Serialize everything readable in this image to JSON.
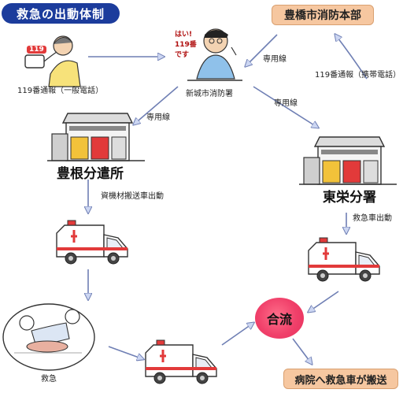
{
  "title": "救急の出動体制",
  "nodes": {
    "hq": "豊橋市消防本部",
    "caller_label": "119番通報（一般電話）",
    "caller_mark": "119",
    "dispatcher_label": "新城市消防署",
    "dispatcher_speech": "はい! 119番です",
    "branch_west": "豊根分遣所",
    "branch_east": "東栄分署",
    "first_aid": "救急",
    "merge": "合流",
    "hospital": "病院へ救急車が搬送"
  },
  "edges": {
    "mobile_call": "119番通報（携帯電話）",
    "line_hq": "専用線",
    "line_west": "専用線",
    "line_east": "専用線",
    "west_dispatch": "資機材搬送車出動",
    "east_dispatch": "救急車出動"
  },
  "colors": {
    "title_bg": "#1c3c9c",
    "box_bg": "#f6c7a0",
    "merge_bg": "#f0406a",
    "arrow_fill": "#ccd6f2",
    "arrow_stroke": "#6f7fb4"
  }
}
